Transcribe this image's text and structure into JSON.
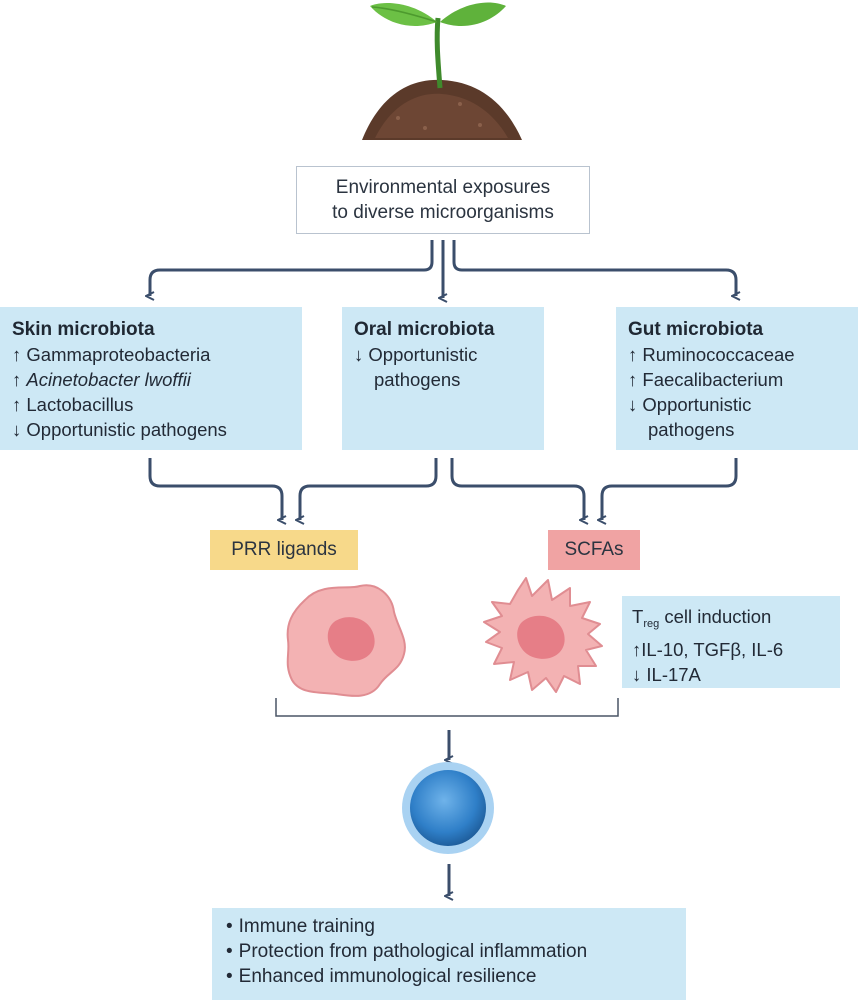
{
  "environment": {
    "line1": "Environmental exposures",
    "line2": "to diverse microorganisms"
  },
  "skin": {
    "title": "Skin microbiota",
    "items": [
      {
        "arrow": "↑",
        "text": "Gammaproteobacteria"
      },
      {
        "arrow": "↑",
        "text": "Acinetobacter lwoffii"
      },
      {
        "arrow": "↑",
        "text": "Lactobacillus"
      },
      {
        "arrow": "↓",
        "text": "Opportunistic pathogens"
      }
    ]
  },
  "oral": {
    "title": "Oral microbiota",
    "items": [
      {
        "arrow": "↓",
        "text": "Opportunistic"
      },
      {
        "arrow": "",
        "text": "pathogens"
      }
    ]
  },
  "gut": {
    "title": "Gut microbiota",
    "items": [
      {
        "arrow": "↑",
        "text": "Ruminococcaceae"
      },
      {
        "arrow": "↑",
        "text": "Faecalibacterium"
      },
      {
        "arrow": "↓",
        "text": "Opportunistic"
      },
      {
        "arrow": "",
        "text": "pathogens"
      }
    ]
  },
  "prr": {
    "label": "PRR ligands"
  },
  "scfa": {
    "label": "SCFAs"
  },
  "treg": {
    "t": "T",
    "sub": "reg",
    "rest": " cell induction",
    "line2": "↑IL-10, TGFβ, IL-6",
    "line3": "↓ IL-17A"
  },
  "outcomes": [
    "Immune training",
    "Protection from pathological inflammation",
    "Enhanced immunological resilience"
  ],
  "colors": {
    "box_fill": "#cde8f5",
    "arrow": "#3b4e6b",
    "prr": "#f7d98a",
    "scfa": "#f0a3a3",
    "cell_fill": "#f3b2b3",
    "cell_nucleus": "#e67e87",
    "lymphocyte": "#3f8fd6"
  },
  "icons": {
    "seedling": "seedling-icon",
    "macrophage": "macrophage-icon",
    "dendritic": "dendritic-cell-icon",
    "lymphocyte": "lymphocyte-icon"
  }
}
